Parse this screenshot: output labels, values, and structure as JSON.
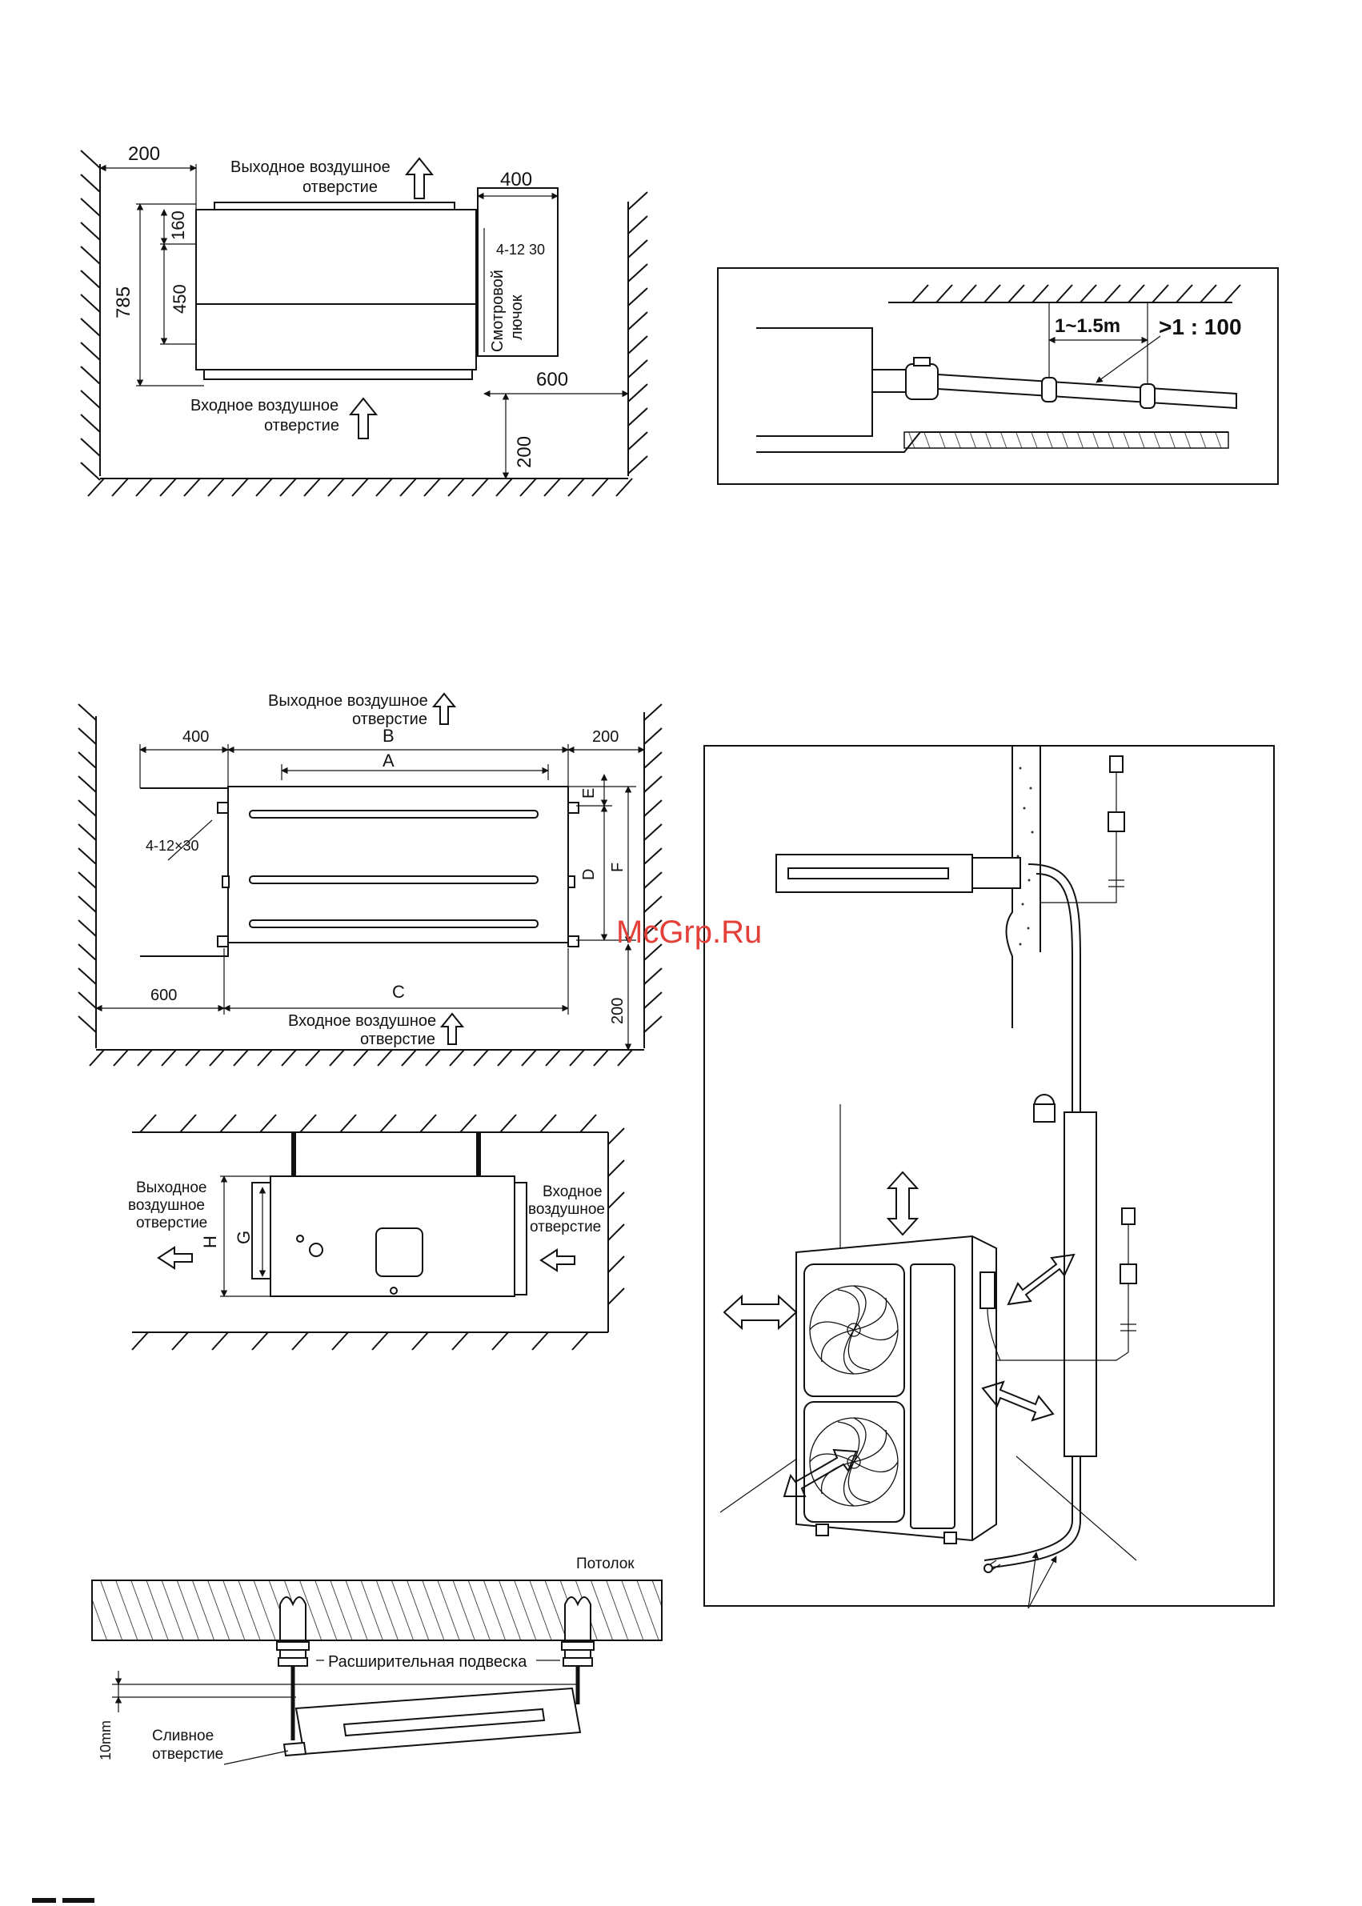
{
  "fig1": {
    "dim_top_left": "200",
    "dim_height": "785",
    "dim_160": "160",
    "dim_450": "450",
    "dim_400": "400",
    "dim_600": "600",
    "dim_200_right": "200",
    "outlet_line1": "Выходное воздушное",
    "outlet_line2": "отверстие",
    "inlet_line1": "Входное воздушное",
    "inlet_line2": "отверстие",
    "bolts": "4-12 30",
    "hatch_line1": "Смотровой",
    "hatch_line2": "лючок"
  },
  "fig2": {
    "slope_distance": "1~1.5m",
    "slope_ratio": ">1 : 100"
  },
  "fig3": {
    "outlet_line1": "Выходное воздушное",
    "outlet_line2": "отверстие",
    "dim_400": "400",
    "dim_B": "B",
    "dim_200_top": "200",
    "dim_A": "A",
    "dim_E": "E",
    "dim_D": "D",
    "dim_F": "F",
    "bolts": "4-12×30",
    "dim_600": "600",
    "dim_C": "C",
    "dim_200_right": "200",
    "inlet_line1": "Входное воздушное",
    "inlet_line2": "отверстие"
  },
  "fig4": {
    "outlet_line1": "Выходное",
    "outlet_line2": "воздушное",
    "outlet_line3": "отверстие",
    "inlet_line1": "Входное",
    "inlet_line2": "воздушное",
    "inlet_line3": "отверстие",
    "dim_H": "H",
    "dim_G": "G"
  },
  "fig5": {
    "ceiling": "Потолок",
    "anchor": "Расширительная подвеска",
    "gap": "10mm",
    "drain_line1": "Сливное",
    "drain_line2": "отверстие"
  },
  "watermark": "McGrp.Ru"
}
